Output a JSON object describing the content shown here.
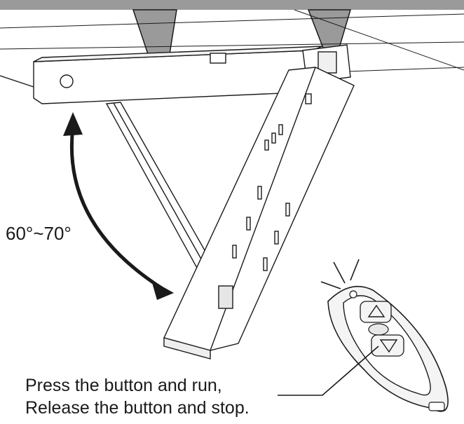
{
  "angle_label": "60°~70°",
  "caption": {
    "line1": "Press the button and run,",
    "line2": "Release the button and stop."
  },
  "icons": {
    "up": "triangle-up-icon",
    "down": "triangle-down-icon"
  },
  "colors": {
    "ceiling": "#9a9a9a",
    "line": "#1a1a1a",
    "background": "#ffffff"
  }
}
